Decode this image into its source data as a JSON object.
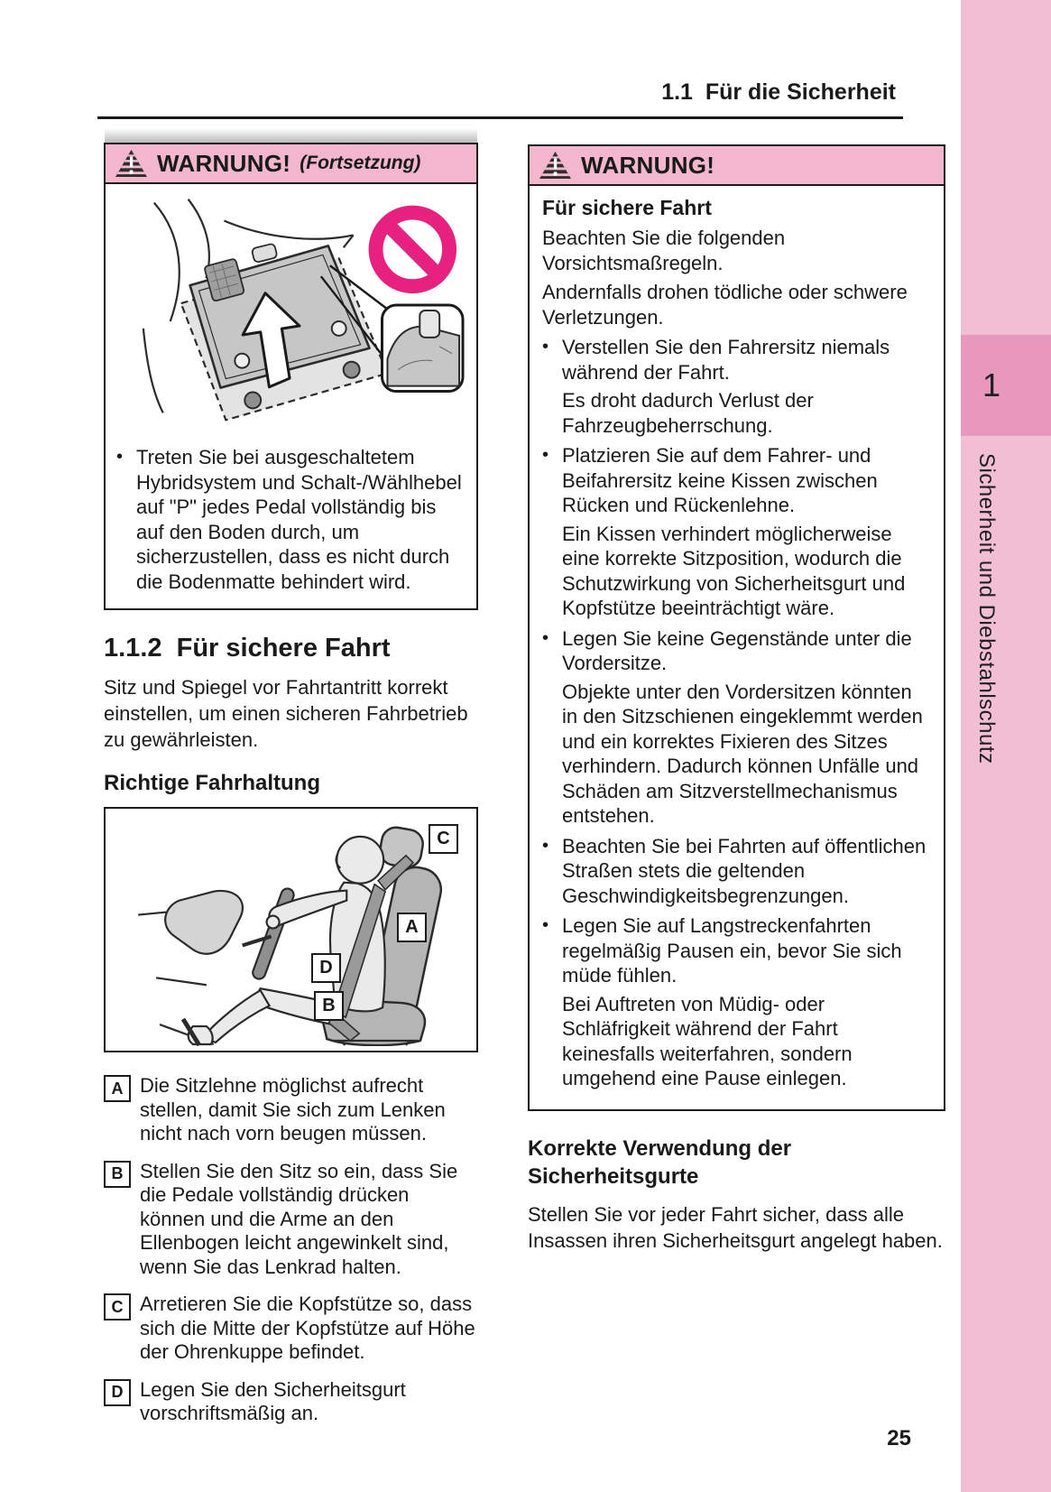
{
  "page": {
    "header_title": "1.1  Für die Sicherheit",
    "page_number": "25",
    "sidebar": {
      "chapter_number": "1",
      "chapter_title": "Sicherheit und Diebstahlschutz"
    },
    "colors": {
      "warning_header_pink": "#f2b6cd",
      "sidebar_light_pink": "#f2bed4",
      "sidebar_dark_pink": "#e898bd",
      "prohibition_pink": "#e6217f",
      "text": "#1a1a1a"
    },
    "icons": {
      "warning": "warning-triangle-icon",
      "prohibition": "no-entry-icon",
      "arrow": "up-arrow-icon"
    }
  },
  "left_column": {
    "warning_box": {
      "title": "WARNUNG!",
      "continuation": "(Fortsetzung)",
      "bullet": "Treten Sie bei ausgeschaltetem Hybridsystem und Schalt-/Wählhebel auf \"P\" jedes Pedal vollständig bis auf den Boden durch, um sicherzustellen, dass es nicht durch die Bodenmatte behindert wird."
    },
    "section": {
      "heading": "1.1.2  Für sichere Fahrt",
      "intro": "Sitz und Spiegel vor Fahrtantritt korrekt einstellen, um einen sicheren Fahrbetrieb zu gewährleisten.",
      "subheading": "Richtige Fahrhaltung"
    },
    "figure_labels": [
      "A",
      "B",
      "C",
      "D"
    ],
    "posture_items": [
      {
        "key": "A",
        "text": "Die Sitzlehne möglichst aufrecht stellen, damit Sie sich zum Lenken nicht nach vorn beugen müssen."
      },
      {
        "key": "B",
        "text": "Stellen Sie den Sitz so ein, dass Sie die Pedale vollständig drücken können und die Arme an den Ellenbogen leicht angewinkelt sind, wenn Sie das Lenkrad halten."
      },
      {
        "key": "C",
        "text": "Arretieren Sie die Kopfstütze so, dass sich die Mitte der Kopfstütze auf Höhe der Ohrenkuppe befindet."
      },
      {
        "key": "D",
        "text": "Legen Sie den Sicherheitsgurt vorschriftsmäßig an."
      }
    ]
  },
  "right_column": {
    "warning_box": {
      "title": "WARNUNG!",
      "heading": "Für sichere Fahrt",
      "paragraphs": [
        "Beachten Sie die folgenden Vorsichtsmaßregeln.",
        "Andernfalls drohen tödliche oder schwere Verletzungen."
      ],
      "bullets": [
        {
          "text": "Verstellen Sie den Fahrersitz niemals während der Fahrt.",
          "note": "Es droht dadurch Verlust der Fahrzeugbeherrschung."
        },
        {
          "text": "Platzieren Sie auf dem Fahrer- und Beifahrersitz keine Kissen zwischen Rücken und Rückenlehne.",
          "note": "Ein Kissen verhindert möglicherweise eine korrekte Sitzposition, wodurch die Schutzwirkung von Sicherheitsgurt und Kopfstütze beeinträchtigt wäre."
        },
        {
          "text": "Legen Sie keine Gegenstände unter die Vordersitze.",
          "note": "Objekte unter den Vordersitzen könnten in den Sitzschienen eingeklemmt werden und ein korrektes Fixieren des Sitzes verhindern. Dadurch können Unfälle und Schäden am Sitzverstellmechanismus entstehen."
        },
        {
          "text": "Beachten Sie bei Fahrten auf öffentlichen Straßen stets die geltenden Geschwindigkeitsbegrenzungen.",
          "note": ""
        },
        {
          "text": "Legen Sie auf Langstreckenfahrten regelmäßig Pausen ein, bevor Sie sich müde fühlen.",
          "note": "Bei Auftreten von Müdig- oder Schläfrigkeit während der Fahrt keinesfalls weiterfahren, sondern umgehend eine Pause einlegen."
        }
      ]
    },
    "belt_section": {
      "heading": "Korrekte Verwendung der Sicherheitsgurte",
      "text": "Stellen Sie vor jeder Fahrt sicher, dass alle Insassen ihren Sicherheitsgurt angelegt haben."
    }
  }
}
